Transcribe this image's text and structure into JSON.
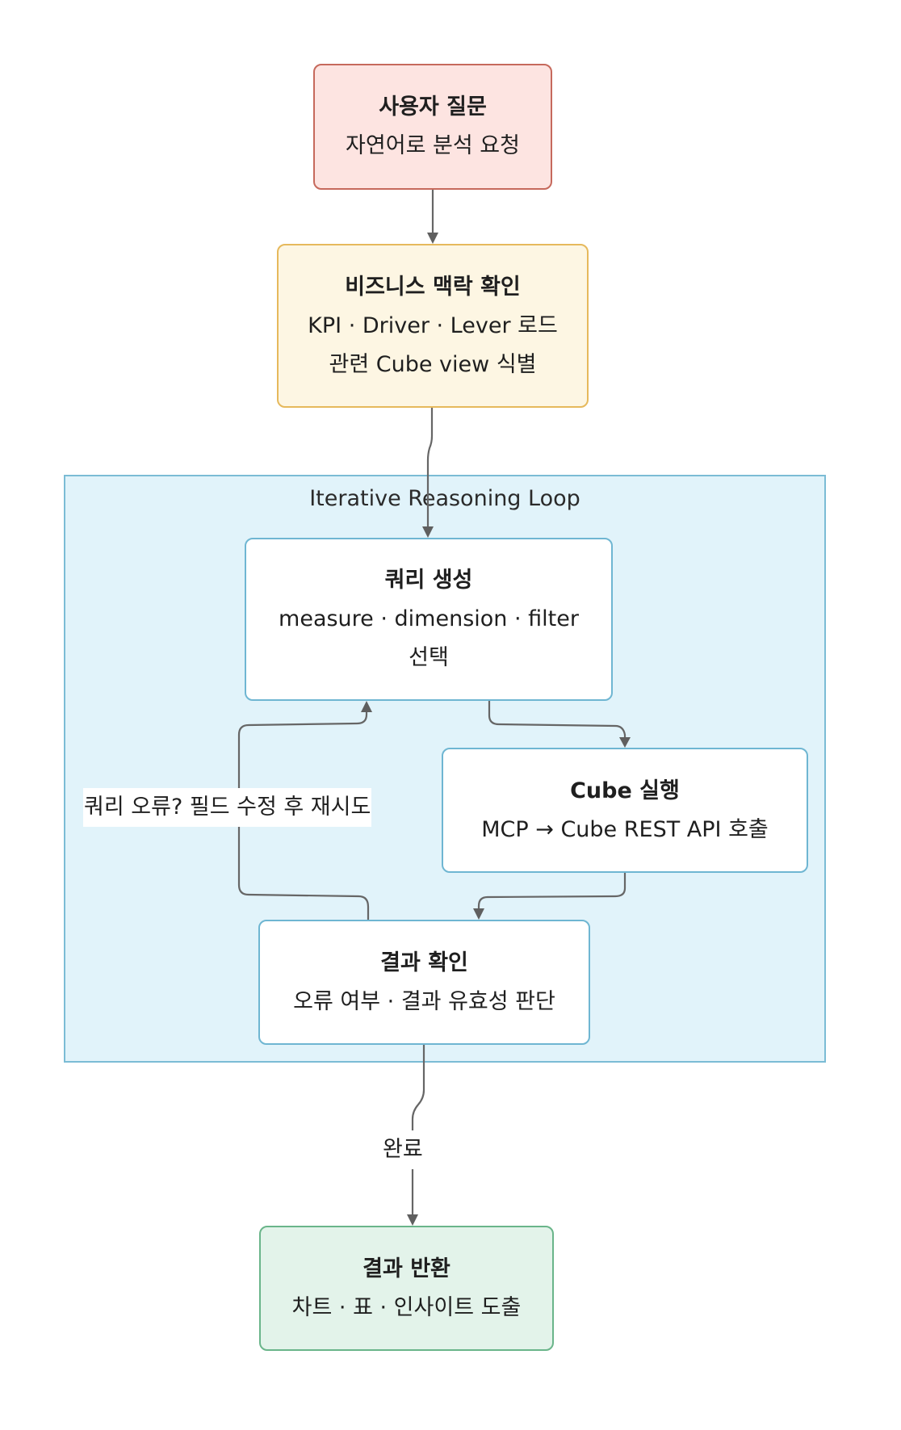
{
  "diagram": {
    "group": {
      "title": "Iterative Reasoning Loop"
    },
    "nodes": {
      "user_question": {
        "title": "사용자 질문",
        "lines": [
          "자연어로 분석 요청"
        ]
      },
      "business_context": {
        "title": "비즈니스 맥락 확인",
        "lines": [
          "KPI · Driver · Lever 로드",
          "관련 Cube view 식별"
        ]
      },
      "query_generation": {
        "title": "쿼리 생성",
        "lines": [
          "measure · dimension · filter",
          "선택"
        ]
      },
      "cube_execution": {
        "title": "Cube 실행",
        "lines": [
          "MCP → Cube REST API 호출"
        ]
      },
      "result_check": {
        "title": "결과 확인",
        "lines": [
          "오류 여부 · 결과 유효성 판단"
        ]
      },
      "result_return": {
        "title": "결과 반환",
        "lines": [
          "차트 · 표 · 인사이트 도출"
        ]
      }
    },
    "edges": [
      {
        "from": "user_question",
        "to": "business_context",
        "label": ""
      },
      {
        "from": "business_context",
        "to": "query_generation",
        "label": ""
      },
      {
        "from": "query_generation",
        "to": "cube_execution",
        "label": ""
      },
      {
        "from": "cube_execution",
        "to": "result_check",
        "label": ""
      },
      {
        "from": "result_check",
        "to": "query_generation",
        "label": "쿼리 오류? 필드 수정 후 재시도"
      },
      {
        "from": "result_check",
        "to": "result_return",
        "label": "완료"
      }
    ],
    "colors": {
      "user_question_fill": "#fde4e1",
      "user_question_stroke": "#c6695c",
      "business_context_fill": "#fdf6e3",
      "business_context_stroke": "#e6b95c",
      "loop_fill": "#e1f3fa",
      "loop_stroke": "#7bbcd5",
      "result_return_fill": "#e3f3ea",
      "result_return_stroke": "#6ab58a",
      "edge": "#666666"
    }
  }
}
